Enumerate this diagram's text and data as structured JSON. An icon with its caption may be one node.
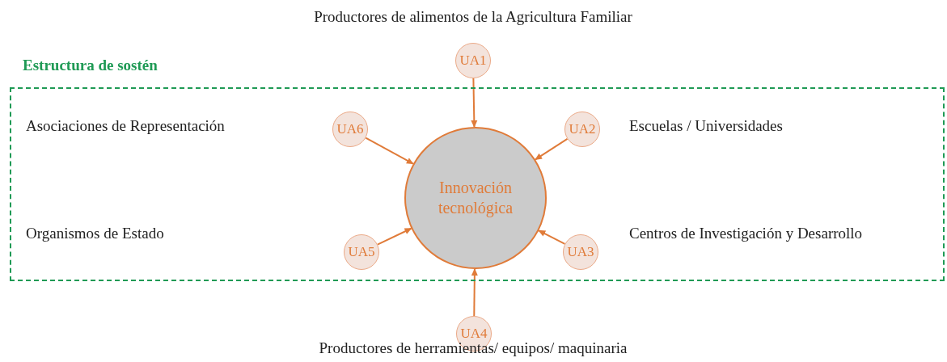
{
  "diagram": {
    "nodes": [
      {
        "text": [
          "Estructura de sostén"
        ]
      },
      {
        "text": [
          "Innovación tecnológica"
        ],
        "in": 0
      },
      {
        "text": [
          "UA1"
        ]
      },
      {
        "text": [
          "UA6"
        ],
        "in": 0
      },
      {
        "text": [
          "UA2"
        ],
        "in": 0
      },
      {
        "text": [
          "UA5"
        ],
        "in": 0
      },
      {
        "text": [
          "UA3"
        ],
        "in": 0
      },
      {
        "text": [
          "UA4"
        ]
      }
    ],
    "edges": [
      {
        "from": 2,
        "to": 1,
        "arrow": "to"
      },
      {
        "from": 3,
        "to": 1,
        "arrow": "to"
      },
      {
        "from": 4,
        "to": 1,
        "arrow": "to"
      },
      {
        "from": 5,
        "to": 1,
        "arrow": "to"
      },
      {
        "from": 6,
        "to": 1,
        "arrow": "to"
      },
      {
        "from": 7,
        "to": 1,
        "arrow": "to"
      }
    ],
    "labels": [
      "Productores de alimentos de la Agricultura Familiar",
      "Asociaciones de Representación",
      "Escuelas / Universidades",
      "Organismos de Estado",
      "Centros de Investigación y Desarrollo",
      "Productores de herramientas/ equipos/ maquinaria"
    ]
  }
}
